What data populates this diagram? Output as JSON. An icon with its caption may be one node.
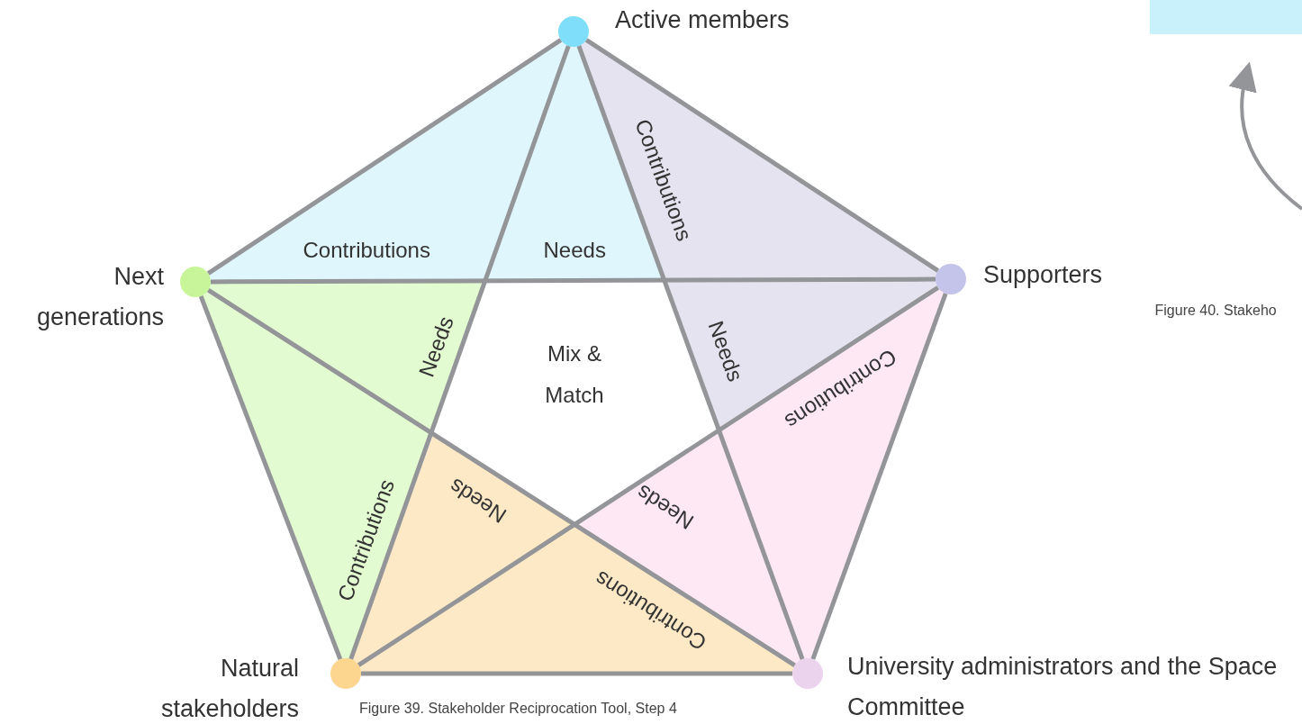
{
  "diagram": {
    "caption": "Figure 39. Stakeholder Reciprocation Tool, Step 4",
    "nodes": [
      {
        "text": [],
        "shape": "circle",
        "beside": [
          "Active members"
        ]
      },
      {
        "text": [],
        "shape": "circle",
        "beside": [
          "Next generations"
        ]
      },
      {
        "text": [],
        "shape": "circle",
        "beside": [
          "Supporters"
        ]
      },
      {
        "text": [],
        "shape": "circle",
        "beside": [
          "Natural stakeholders"
        ]
      },
      {
        "text": [],
        "shape": "circle",
        "beside": [
          "University administrators and the Space Committee"
        ]
      }
    ],
    "edges": [
      {
        "from": 0,
        "to": 1,
        "arrow": "none"
      },
      {
        "from": 0,
        "to": 2,
        "arrow": "none"
      },
      {
        "from": 1,
        "to": 3,
        "arrow": "none"
      },
      {
        "from": 2,
        "to": 4,
        "arrow": "none"
      },
      {
        "from": 3,
        "to": 4,
        "arrow": "none"
      },
      {
        "from": 0,
        "to": 3,
        "arrow": "none"
      },
      {
        "from": 0,
        "to": 4,
        "arrow": "none"
      },
      {
        "from": 1,
        "to": 2,
        "arrow": "none"
      },
      {
        "from": 1,
        "to": 4,
        "arrow": "none"
      },
      {
        "from": 2,
        "to": 3,
        "arrow": "none"
      }
    ],
    "labels": [
      "Contributions",
      "Contributions",
      "Needs",
      "Needs",
      "Mix & Match",
      "Needs",
      "Contributions",
      "Needs",
      "Needs",
      "Contributions",
      "Contributions",
      "Figure 40. Stakeho"
    ]
  }
}
